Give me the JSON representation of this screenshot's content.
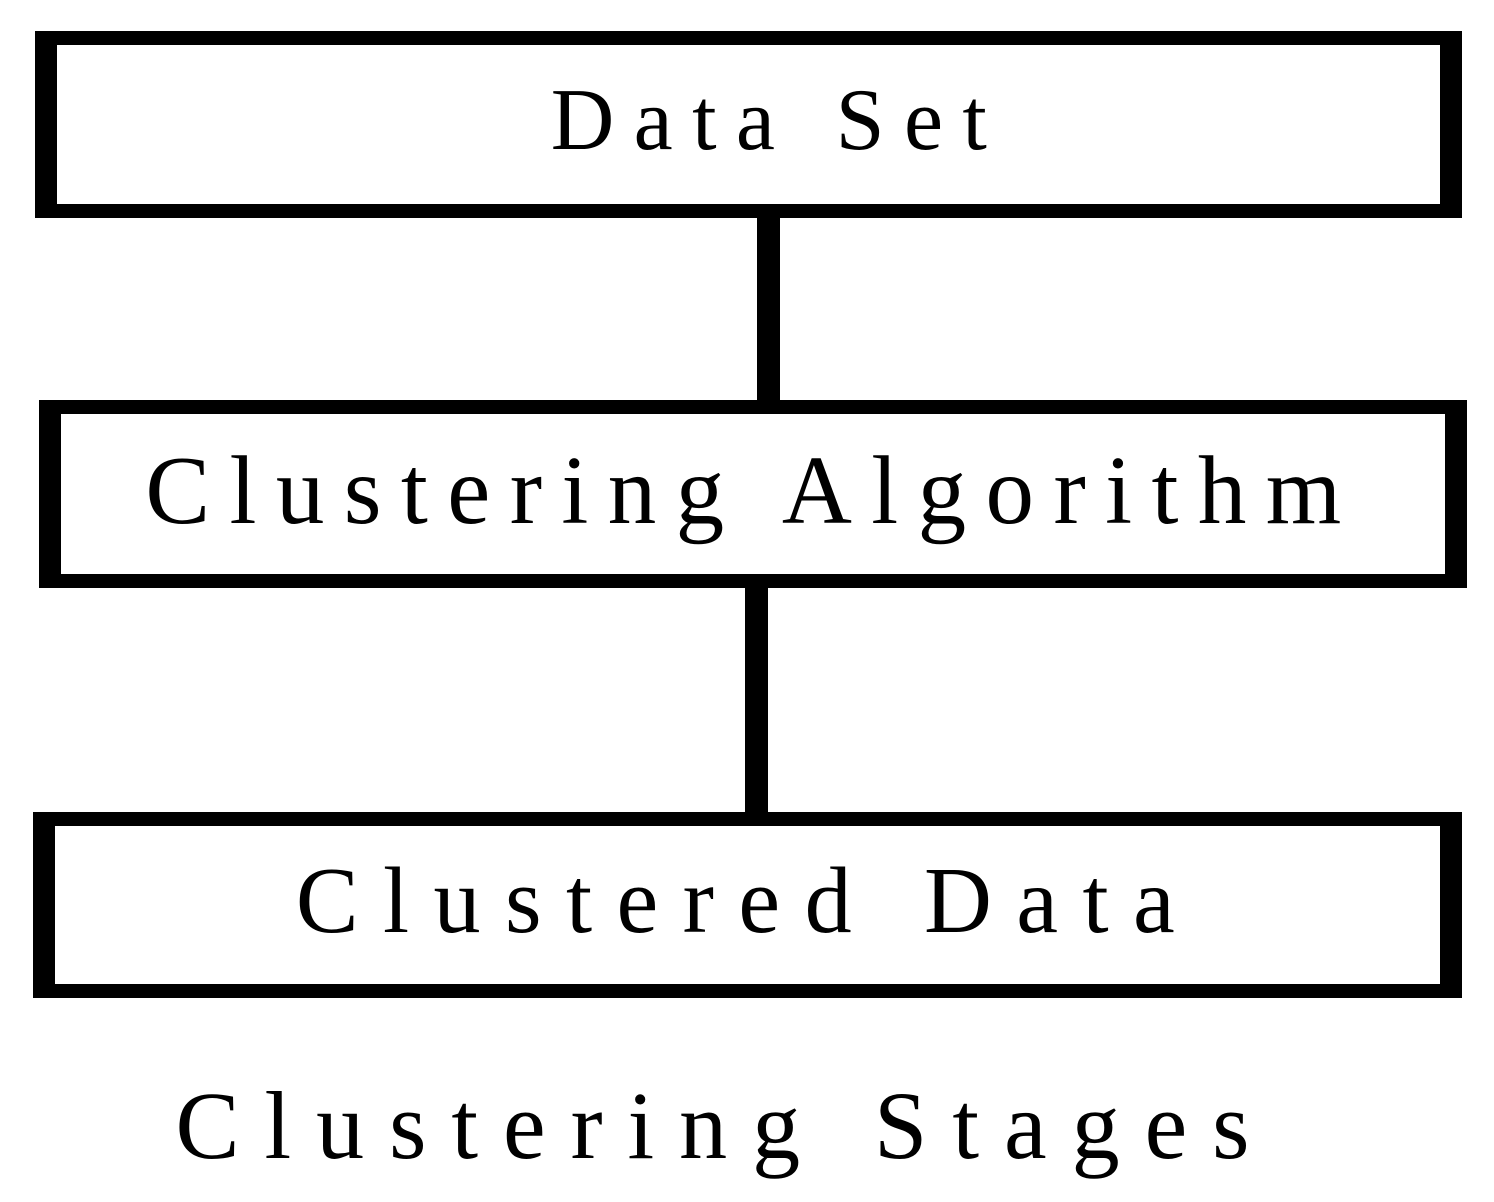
{
  "diagram": {
    "caption": "Clustering Stages",
    "nodes": [
      {
        "id": "data-set",
        "label": "Data Set"
      },
      {
        "id": "clustering-algorithm",
        "label": "Clustering Algorithm"
      },
      {
        "id": "clustered-data",
        "label": "Clustered Data"
      }
    ],
    "edges": [
      {
        "from": "data-set",
        "to": "clustering-algorithm"
      },
      {
        "from": "clustering-algorithm",
        "to": "clustered-data"
      }
    ],
    "colors": {
      "stroke": "#000000",
      "text": "#000000",
      "background": "#ffffff"
    }
  }
}
